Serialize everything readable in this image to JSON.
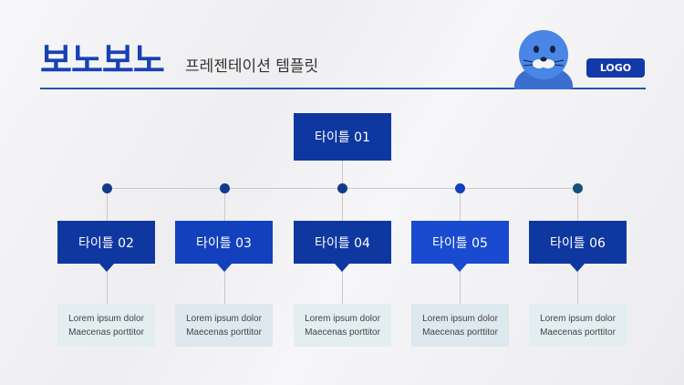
{
  "header": {
    "title": "보노보노",
    "subtitle": "프레젠테이션 템플릿",
    "logo_label": "LOGO"
  },
  "colors": {
    "primary": "#1239a8",
    "header_title": "#1742b4",
    "connector": "#c9c9cc",
    "dot_dark": "#123a8a",
    "dot_teal": "#15527a"
  },
  "mascot_icon": "blue-seal-mascot-icon",
  "org_chart": {
    "top": {
      "label": "타이틀 01"
    },
    "children": [
      {
        "label": "타이틀 02",
        "desc_line1": "Lorem ipsum dolor",
        "desc_line2": "Maecenas porttitor",
        "node_color": "#0f37a0",
        "desc_bg": "#e2eef0"
      },
      {
        "label": "타이틀 03",
        "desc_line1": "Lorem ipsum dolor",
        "desc_line2": "Maecenas porttitor",
        "node_color": "#1340bc",
        "desc_bg": "#dde8ef"
      },
      {
        "label": "타이틀 04",
        "desc_line1": "Lorem ipsum dolor",
        "desc_line2": "Maecenas porttitor",
        "node_color": "#0f37a0",
        "desc_bg": "#e2eef0"
      },
      {
        "label": "타이틀 05",
        "desc_line1": "Lorem ipsum dolor",
        "desc_line2": "Maecenas porttitor",
        "node_color": "#1a4ad0",
        "desc_bg": "#dde8ef"
      },
      {
        "label": "타이틀 06",
        "desc_line1": "Lorem ipsum dolor",
        "desc_line2": "Maecenas porttitor",
        "node_color": "#0f37a0",
        "desc_bg": "#e2eef0"
      }
    ]
  }
}
